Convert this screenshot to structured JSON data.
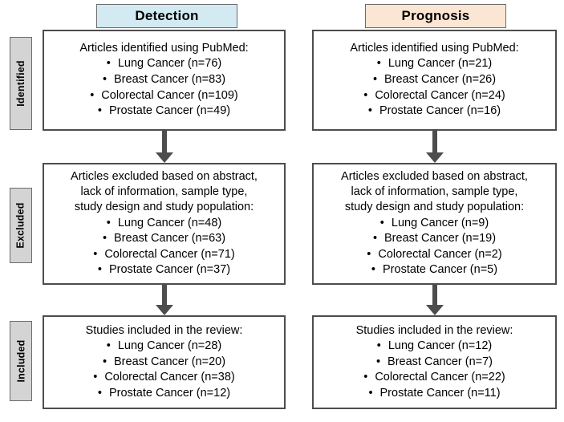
{
  "figure": {
    "type": "prisma-flow-diagram",
    "colors": {
      "detection_header_fill": "#d3eaf2",
      "prognosis_header_fill": "#fbe6d4",
      "stage_tab_fill": "#d4d4d4",
      "box_border": "#4d4d4d",
      "arrow": "#4d4d4d"
    }
  },
  "columns": [
    {
      "id": "detection",
      "label": "Detection"
    },
    {
      "id": "prognosis",
      "label": "Prognosis"
    }
  ],
  "stages": [
    {
      "id": "identified",
      "label": "Identified"
    },
    {
      "id": "excluded",
      "label": "Excluded"
    },
    {
      "id": "included",
      "label": "Included"
    }
  ],
  "bullet_glyph": "•",
  "boxes": {
    "detection": {
      "identified": {
        "heading": "Articles identified using PubMed:",
        "items": [
          "Lung Cancer (n=76)",
          "Breast Cancer (n=83)",
          "Colorectal Cancer (n=109)",
          "Prostate Cancer (n=49)"
        ]
      },
      "excluded": {
        "heading": "Articles excluded based on abstract,\nlack of information, sample type,\nstudy design and study population:",
        "items": [
          "Lung Cancer (n=48)",
          "Breast Cancer (n=63)",
          "Colorectal Cancer (n=71)",
          "Prostate Cancer (n=37)"
        ]
      },
      "included": {
        "heading": "Studies included in the review:",
        "items": [
          "Lung Cancer (n=28)",
          "Breast Cancer (n=20)",
          "Colorectal Cancer (n=38)",
          "Prostate Cancer (n=12)"
        ]
      }
    },
    "prognosis": {
      "identified": {
        "heading": "Articles identified using PubMed:",
        "items": [
          "Lung Cancer (n=21)",
          "Breast Cancer (n=26)",
          "Colorectal Cancer (n=24)",
          "Prostate Cancer (n=16)"
        ]
      },
      "excluded": {
        "heading": "Articles excluded based on abstract,\nlack of information, sample type,\nstudy design and study population:",
        "items": [
          "Lung Cancer (n=9)",
          "Breast Cancer (n=19)",
          "Colorectal Cancer (n=2)",
          "Prostate Cancer (n=5)"
        ]
      },
      "included": {
        "heading": "Studies included in the review:",
        "items": [
          "Lung Cancer (n=12)",
          "Breast Cancer (n=7)",
          "Colorectal Cancer (n=22)",
          "Prostate Cancer (n=11)"
        ]
      }
    }
  }
}
